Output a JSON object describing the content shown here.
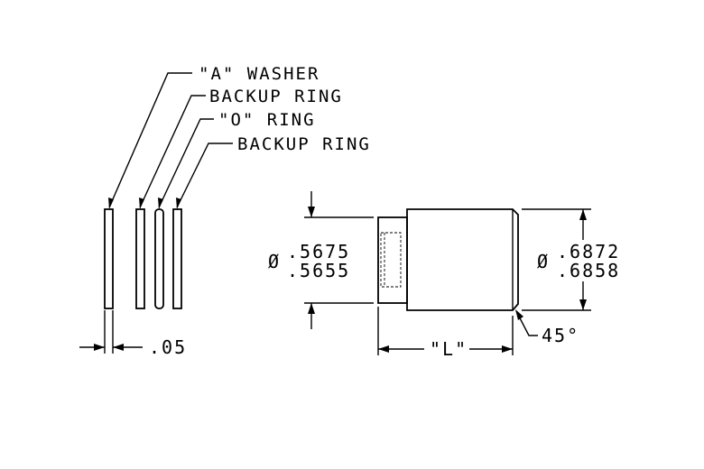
{
  "callouts": {
    "a_washer": "\"A\" WASHER",
    "backup_ring_1": "BACKUP RING",
    "o_ring": "\"O\" RING",
    "backup_ring_2": "BACKUP RING"
  },
  "dimensions": {
    "thickness": ".05",
    "small_dia_symbol": "Ø",
    "small_dia_max": ".5675",
    "small_dia_min": ".5655",
    "large_dia_symbol": "Ø",
    "large_dia_max": ".6872",
    "large_dia_min": ".6858",
    "length": "\"L\"",
    "chamfer": "45°"
  }
}
